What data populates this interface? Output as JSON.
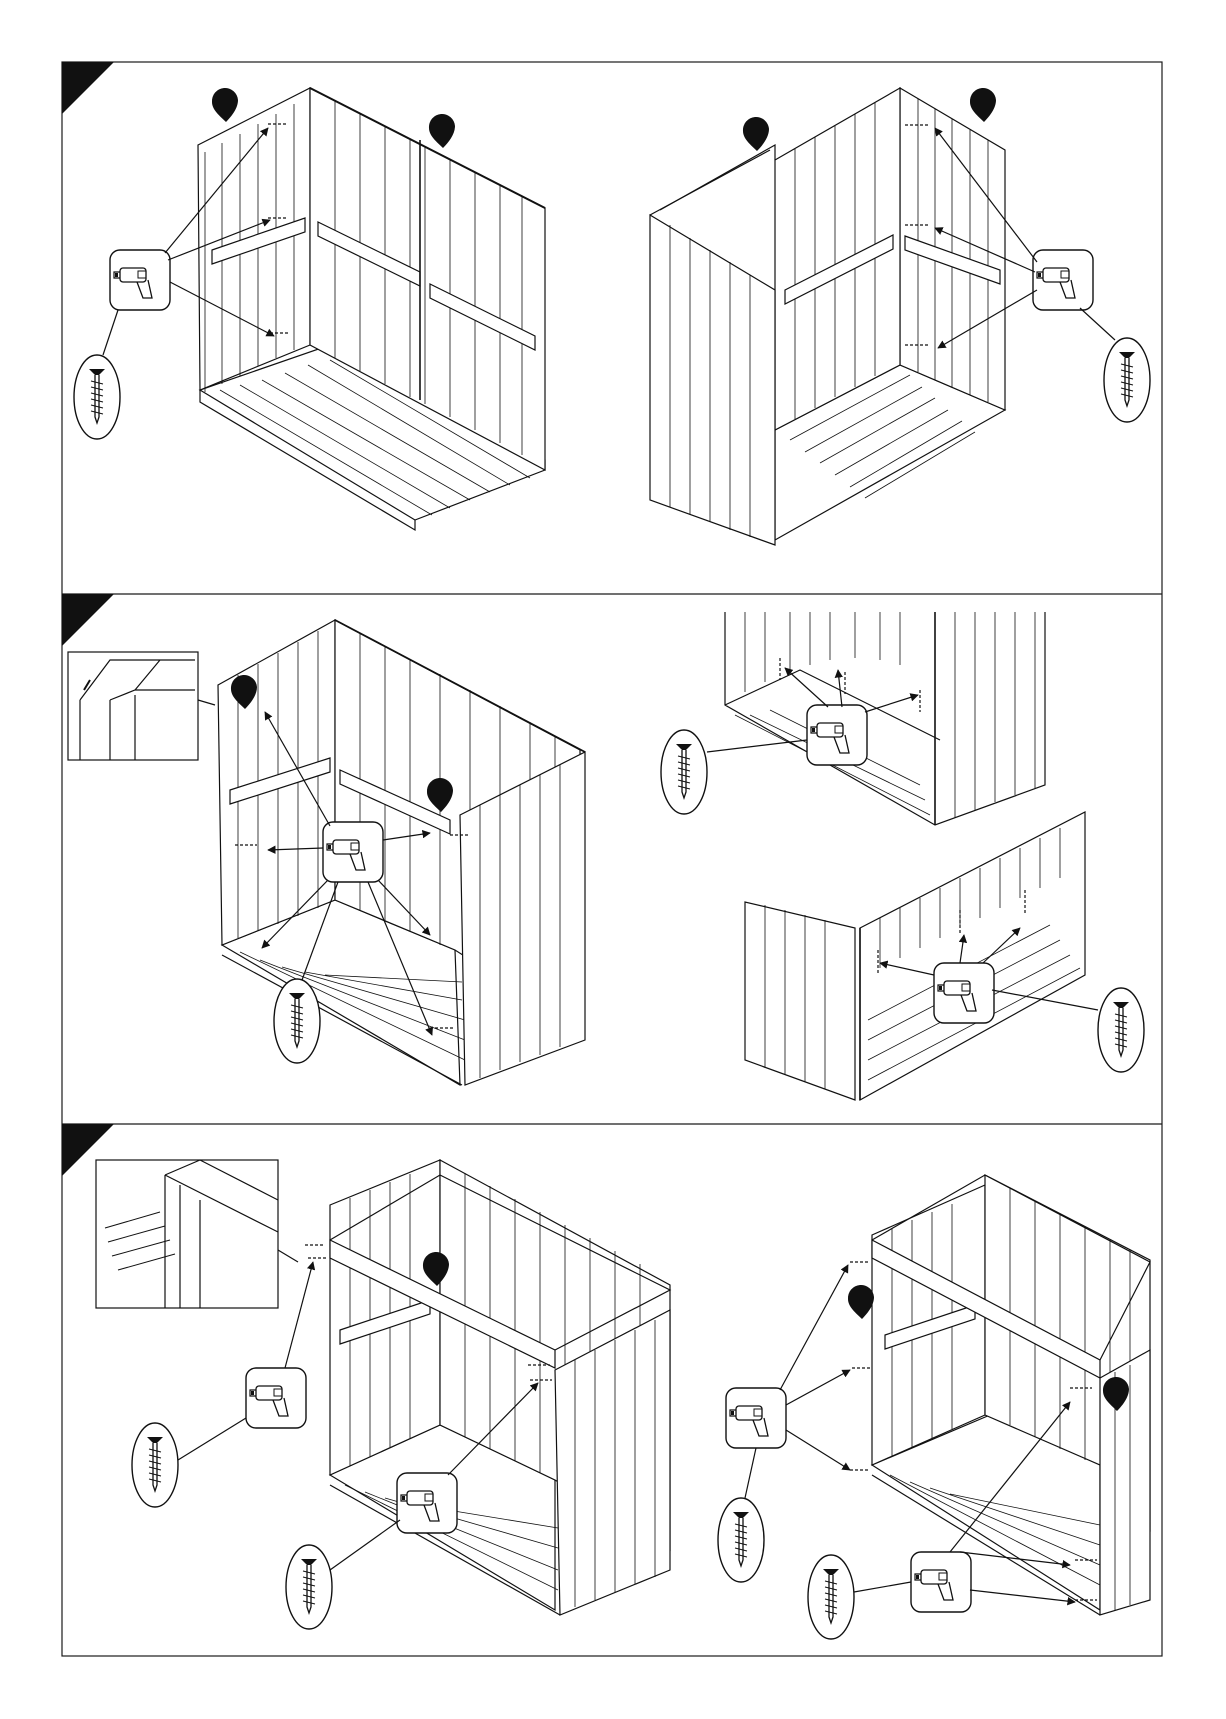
{
  "document": {
    "type": "assembly-instructions",
    "steps": [
      {
        "panels": [
          "back-wall-screws",
          "side-wall-screws"
        ],
        "tools": [
          "drill-icon",
          "screw-icon"
        ]
      },
      {
        "panels": [
          "corner-screws-main",
          "corner-detail-top",
          "corner-detail-bottom"
        ],
        "tools": [
          "drill-icon",
          "screw-icon"
        ]
      },
      {
        "panels": [
          "top-beam-front",
          "top-beam-rear"
        ],
        "tools": [
          "drill-icon",
          "screw-icon"
        ]
      }
    ]
  },
  "colors": {
    "ink": "#1a1a1a",
    "paper": "#ffffff",
    "badge": "#111111"
  }
}
